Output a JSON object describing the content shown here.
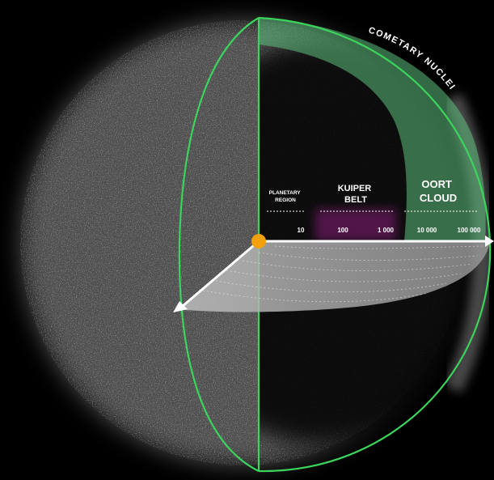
{
  "labels": {
    "comet_arc": "COMETARY NUCLEI",
    "planetary_region": [
      "PLANETARY",
      "REGION"
    ],
    "kuiper_belt": [
      "KUIPER",
      "BELT"
    ],
    "oort_cloud": [
      "OORT",
      "CLOUD"
    ]
  },
  "scale_ticks": [
    "10",
    "100",
    "1 000",
    "10 000",
    "100 000"
  ],
  "colors": {
    "cloud": "#d8d8d8",
    "outline": "#3bd45c",
    "band": "#5fbf7e",
    "kuiper": "#8a1f7a",
    "sun": "#f2a10c",
    "axis": "#ffffff"
  }
}
